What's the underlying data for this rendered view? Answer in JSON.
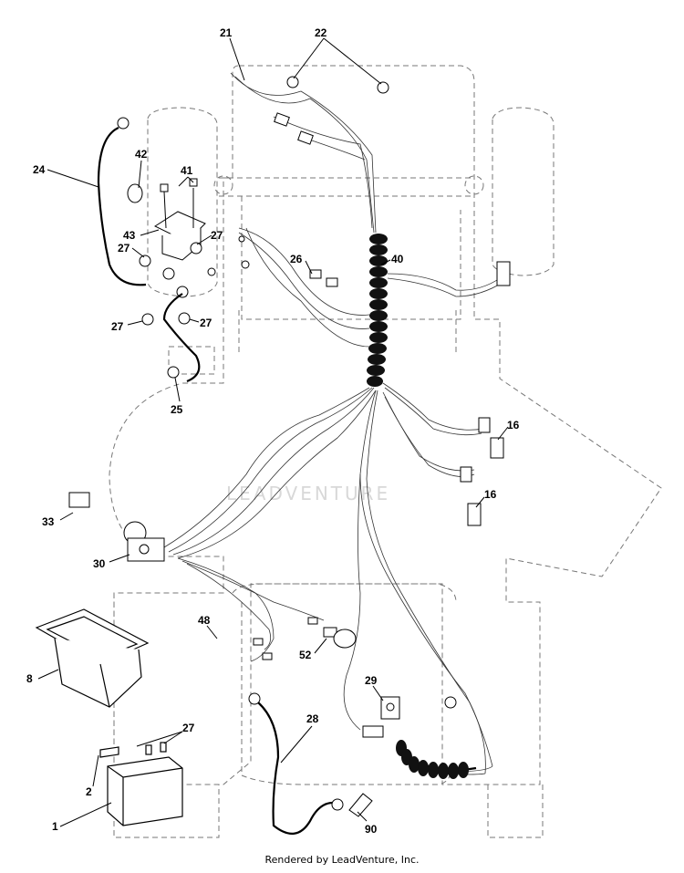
{
  "watermark": "LEADVENTURE",
  "footer": "Rendered by LeadVenture, Inc.",
  "callouts": {
    "c21": "21",
    "c22": "22",
    "c24": "24",
    "c42": "42",
    "c41": "41",
    "c43": "43",
    "c27a": "27",
    "c27b": "27",
    "c26": "26",
    "c40": "40",
    "c27c": "27",
    "c27d": "27",
    "c25": "25",
    "c16a": "16",
    "c16b": "16",
    "c33": "33",
    "c30": "30",
    "c48": "48",
    "c52": "52",
    "c8": "8",
    "c29": "29",
    "c28": "28",
    "c27e": "27",
    "c2": "2",
    "c1": "1",
    "c90": "90"
  }
}
